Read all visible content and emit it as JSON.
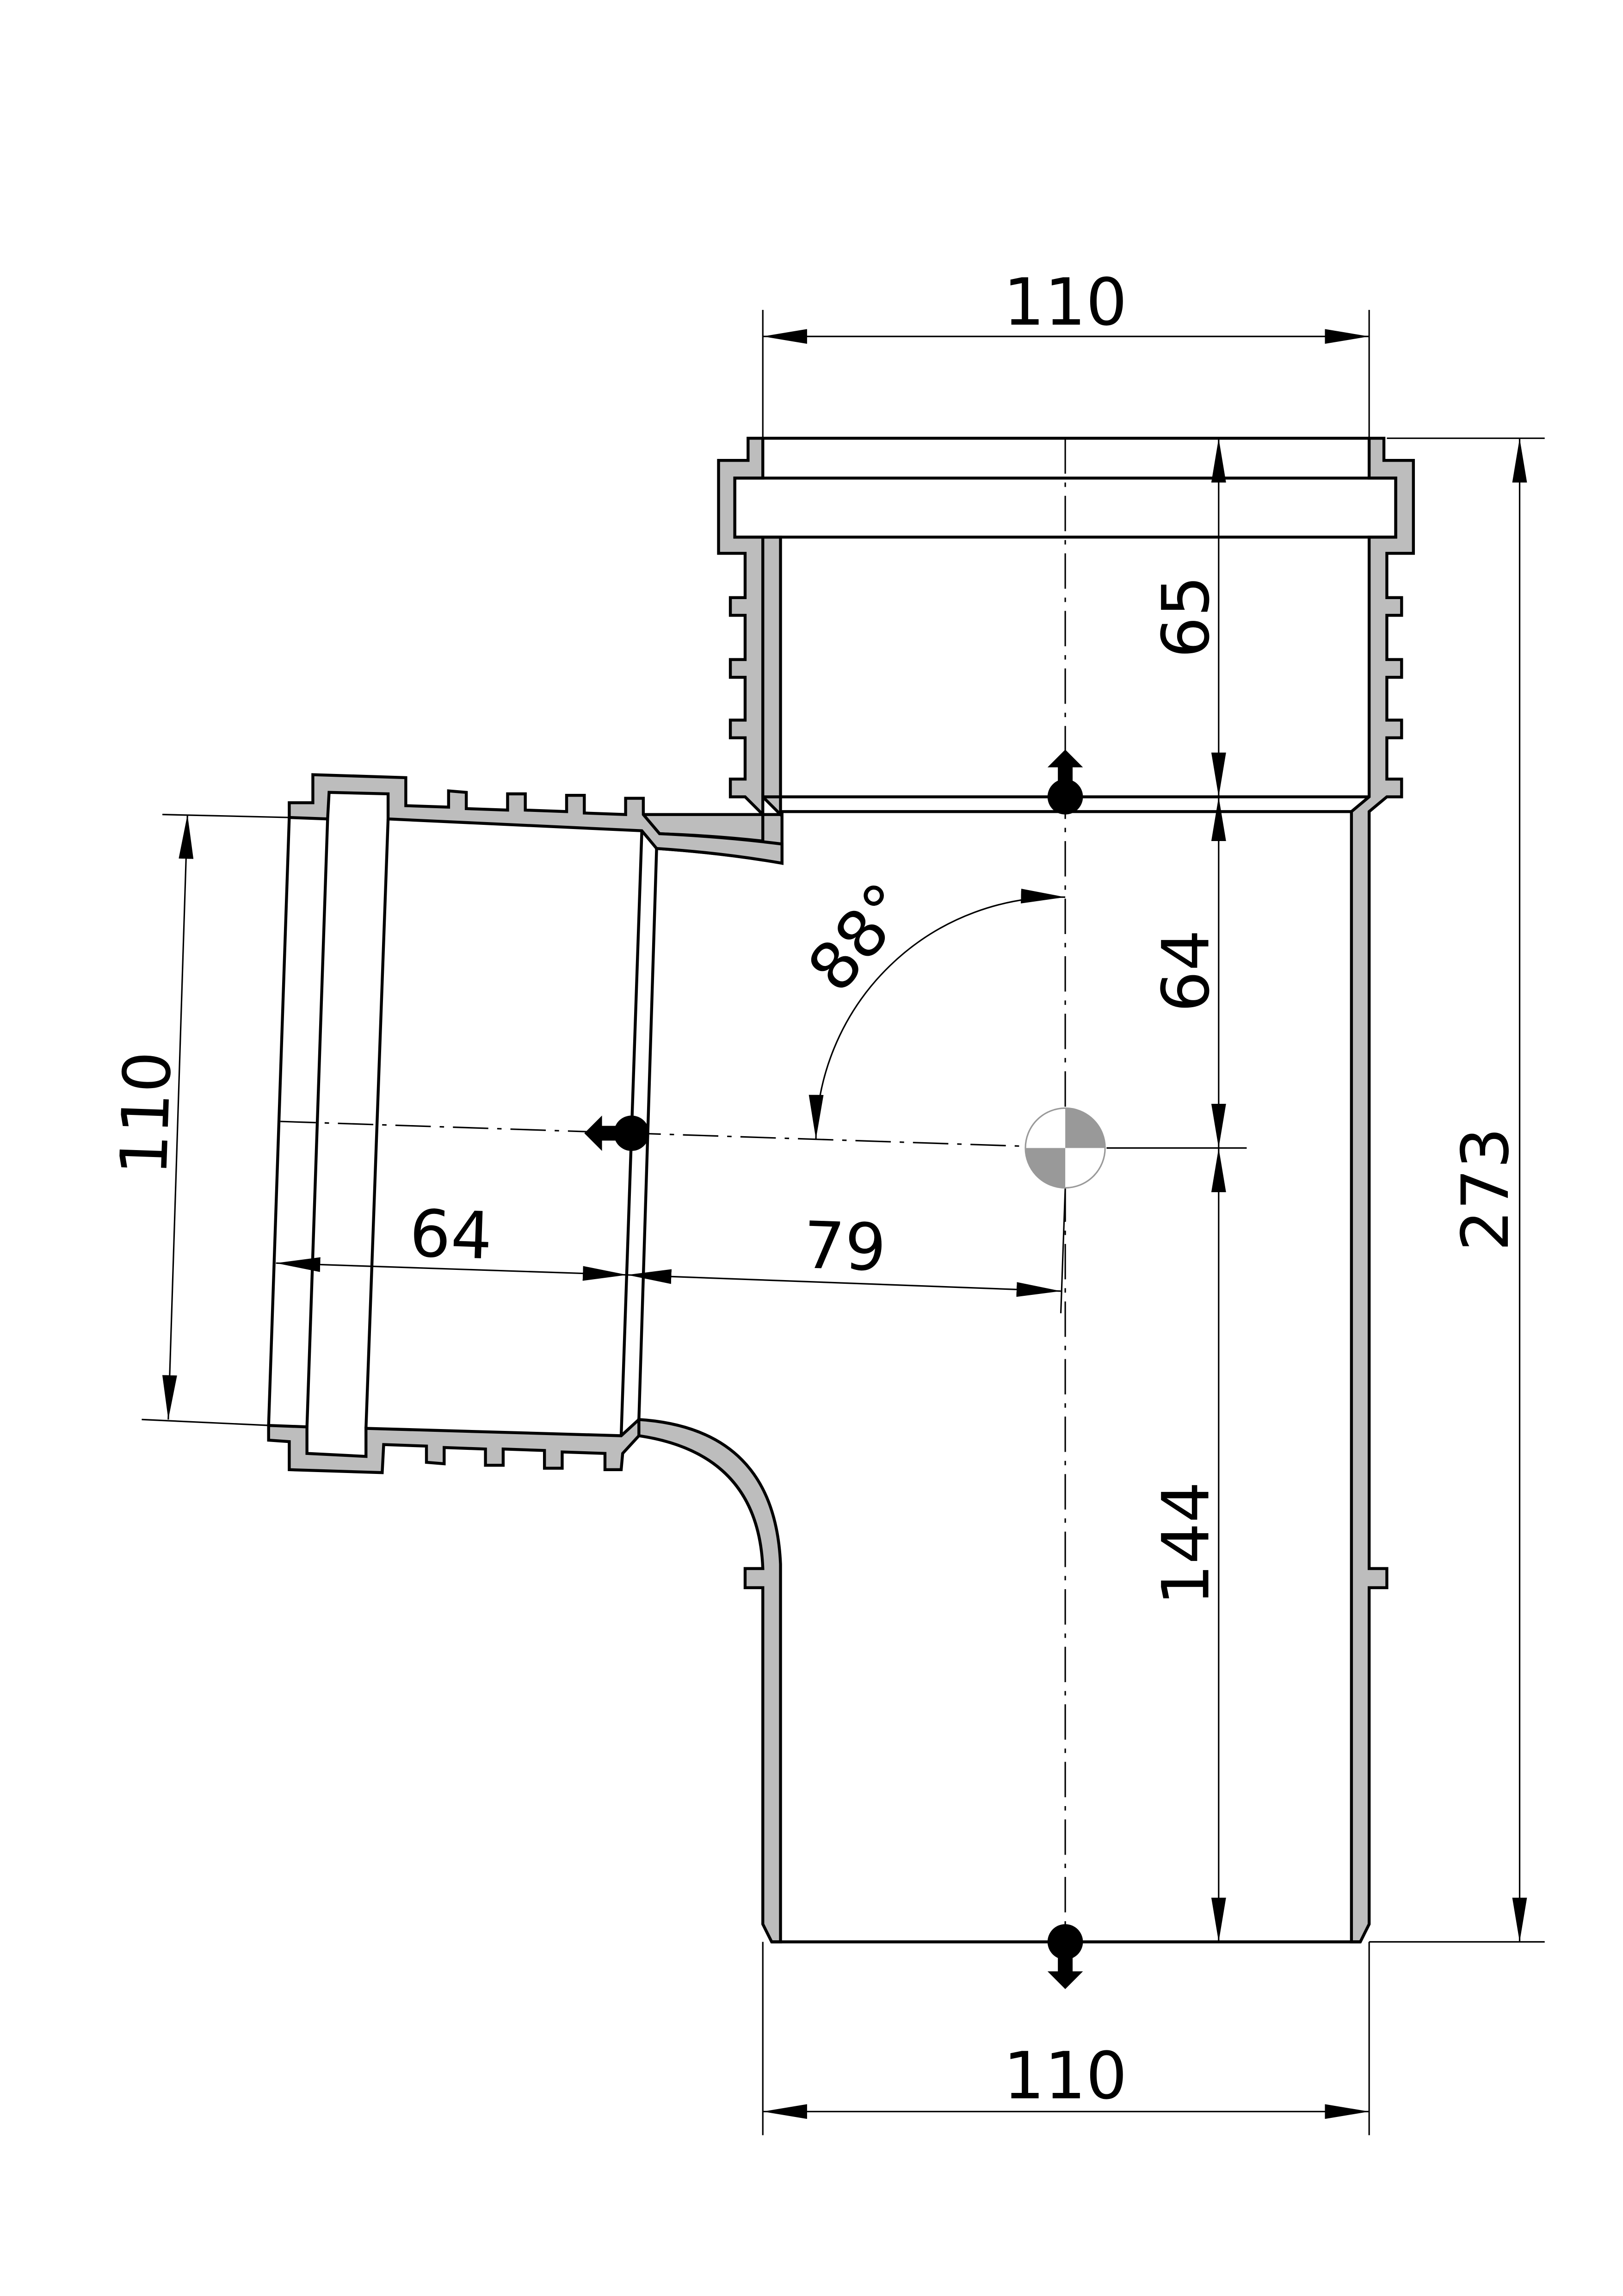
{
  "drawing": {
    "title": "88° pipe branch tee",
    "dimensions": {
      "top_width": "110",
      "bottom_width": "110",
      "branch_diameter": "110",
      "socket_depth_top": "65",
      "upper_segment": "64",
      "lower_segment": "144",
      "overall_length": "273",
      "branch_socket_depth": "64",
      "branch_offset": "79",
      "branch_angle": "88°"
    },
    "colors": {
      "wall_fill": "#bdbdbd",
      "line": "#000000",
      "center_mark": "#999999"
    }
  }
}
